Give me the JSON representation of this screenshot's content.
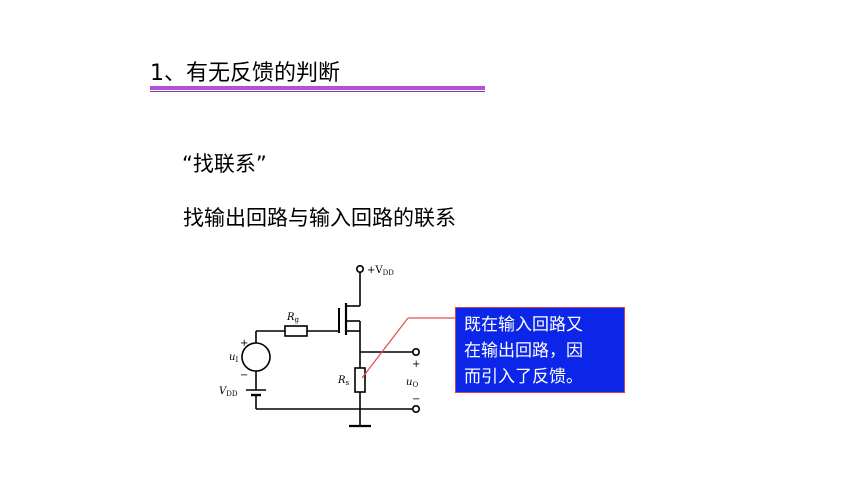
{
  "heading": "1、有无反馈的判断",
  "quote": "“找联系”",
  "subtitle": "找输出回路与输入回路的联系",
  "circuit": {
    "vdd_top": "+V",
    "vdd_top_sub": "DD",
    "rg": "R",
    "rg_sub": "g",
    "ui": "u",
    "ui_sub": "I",
    "vdd_left": "V",
    "vdd_left_sub": "DD",
    "rs": "R",
    "rs_sub": "s",
    "uo": "u",
    "uo_sub": "O",
    "plus": "+",
    "minus": "−"
  },
  "callout": {
    "lines": [
      "既在输入回路又",
      "在输出回路，因",
      "而引入了反馈。"
    ]
  },
  "colors": {
    "rule_thick": "#b44fd6",
    "rule_thin": "#7e3aa8",
    "callout_bg": "#0b26e8",
    "callout_border": "#d44444",
    "leader_line": "#e05050"
  }
}
